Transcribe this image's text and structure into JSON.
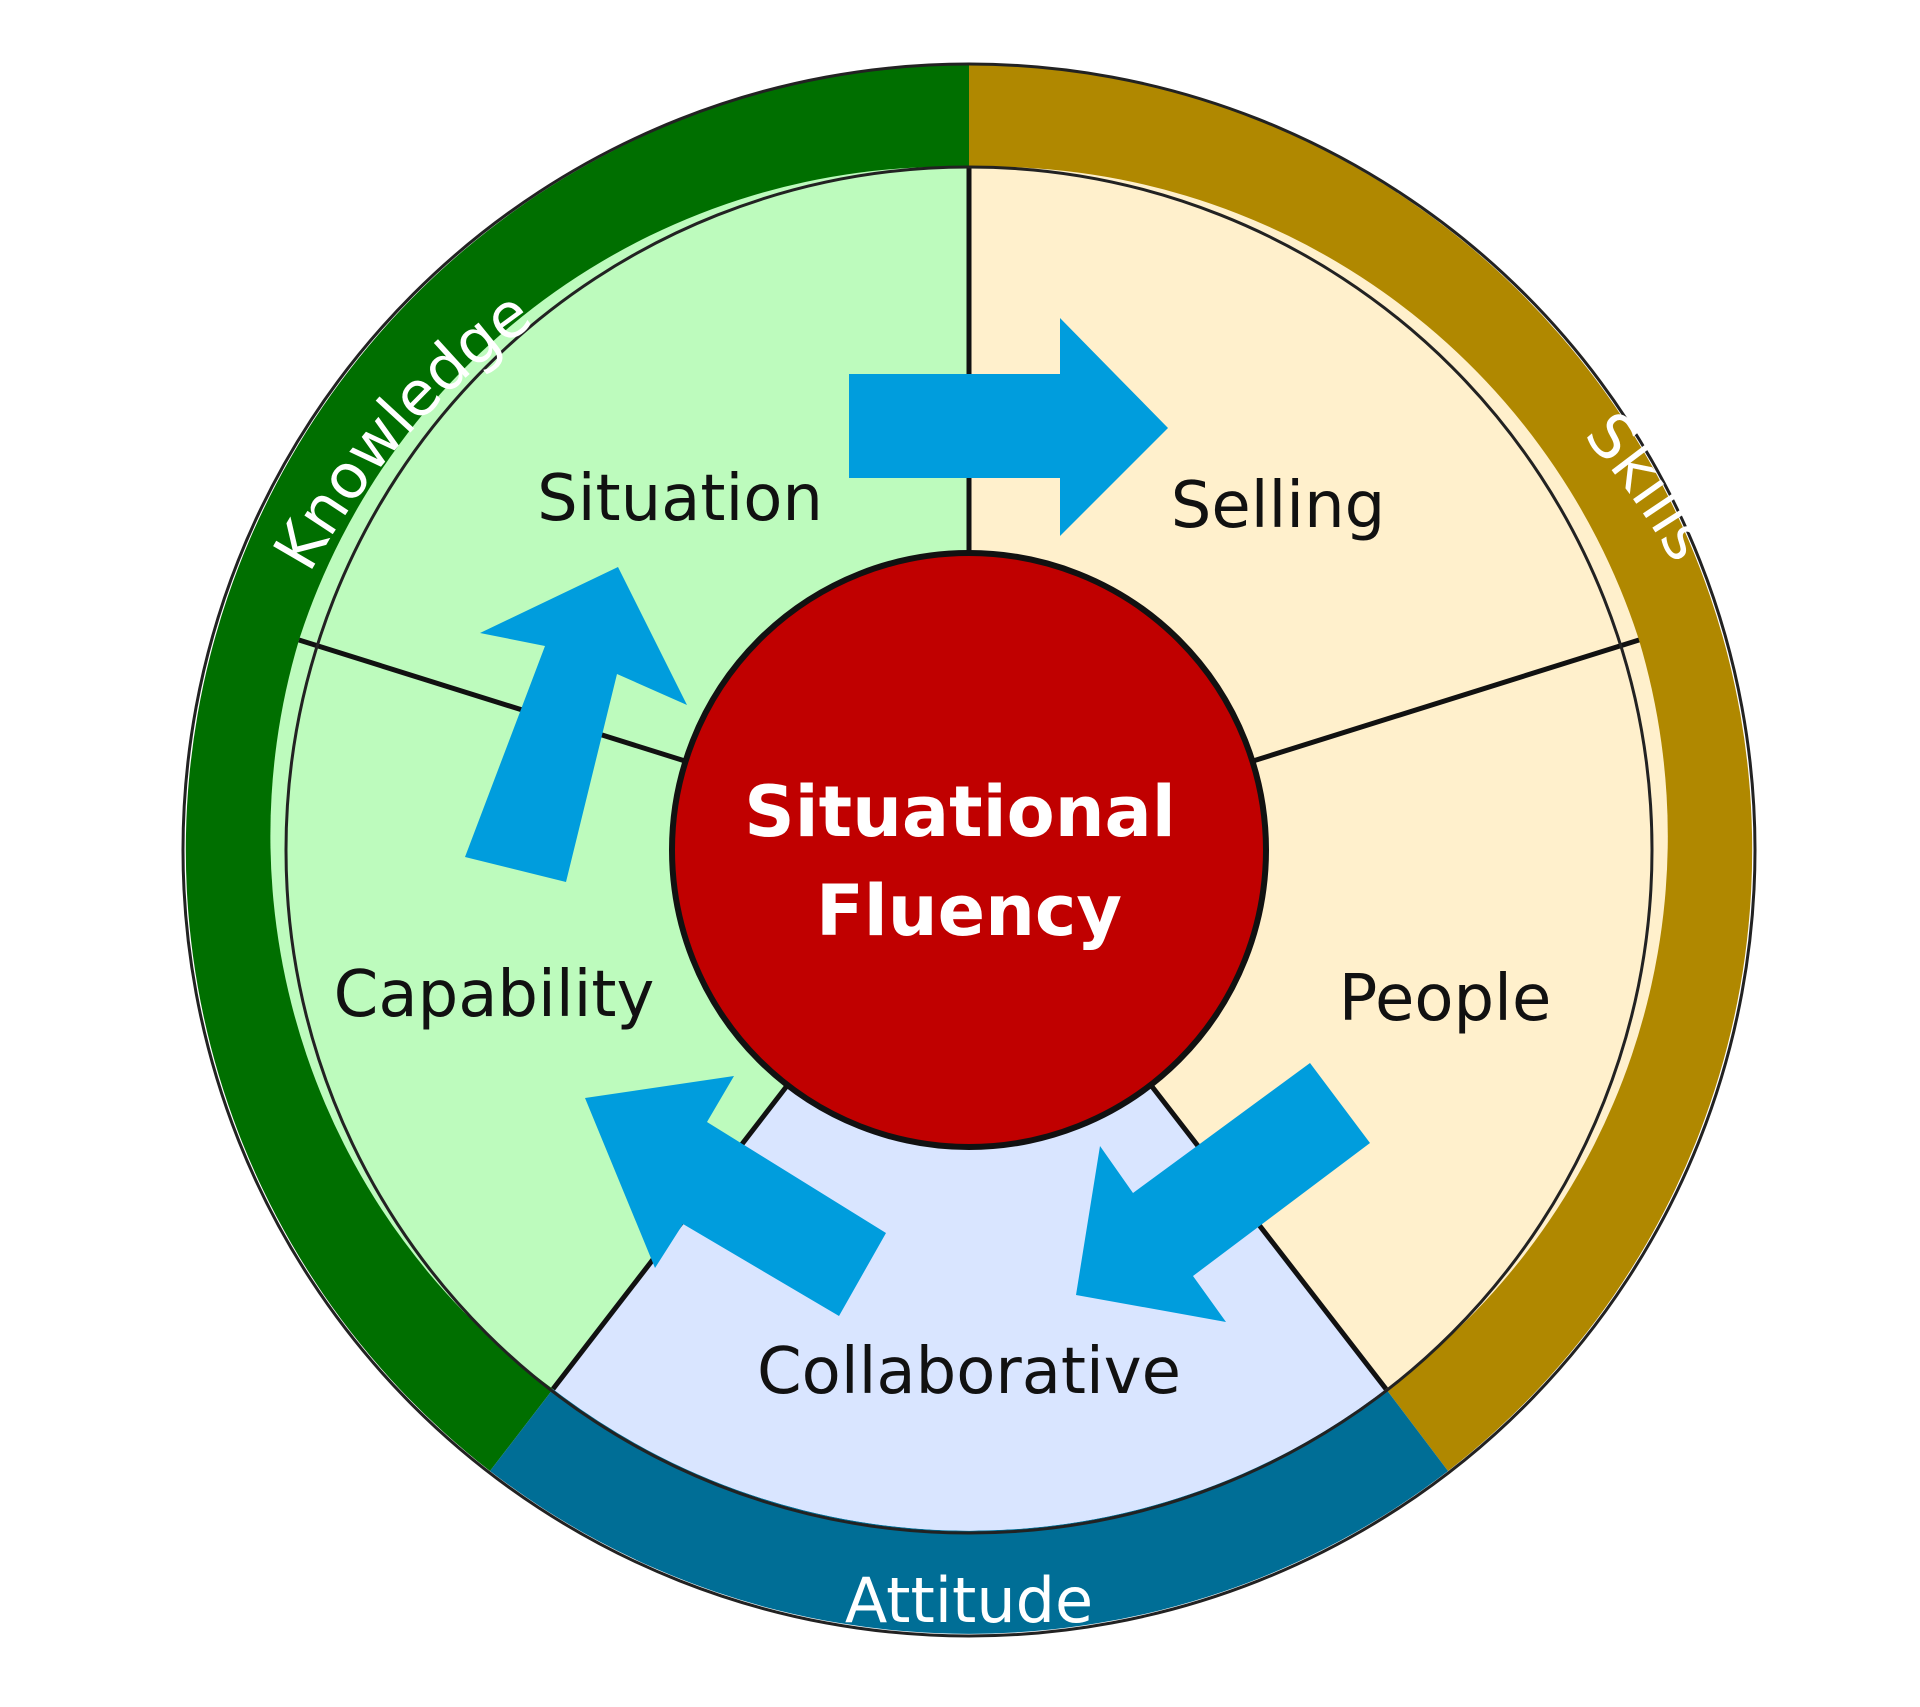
{
  "center": {
    "line1": "Situational",
    "line2": "Fluency",
    "color": "#c00000"
  },
  "ring": {
    "knowledge": {
      "label": "Knowledge",
      "color": "#006f00"
    },
    "skills": {
      "label": "Skills",
      "color": "#b08800"
    },
    "attitude": {
      "label": "Attitude",
      "color": "#006e96"
    }
  },
  "segments": {
    "situation": {
      "label": "Situation",
      "fill": "#bdfbbd"
    },
    "capability": {
      "label": "Capability",
      "fill": "#bdfbbd"
    },
    "selling": {
      "label": "Selling",
      "fill": "#fff0cc"
    },
    "people": {
      "label": "People",
      "fill": "#fff0cc"
    },
    "collaborative": {
      "label": "Collaborative",
      "fill": "#d9e5ff"
    }
  },
  "arrow_color": "#009ddd",
  "cycle": [
    "Situation",
    "Selling",
    "People",
    "Collaborative",
    "Capability"
  ]
}
